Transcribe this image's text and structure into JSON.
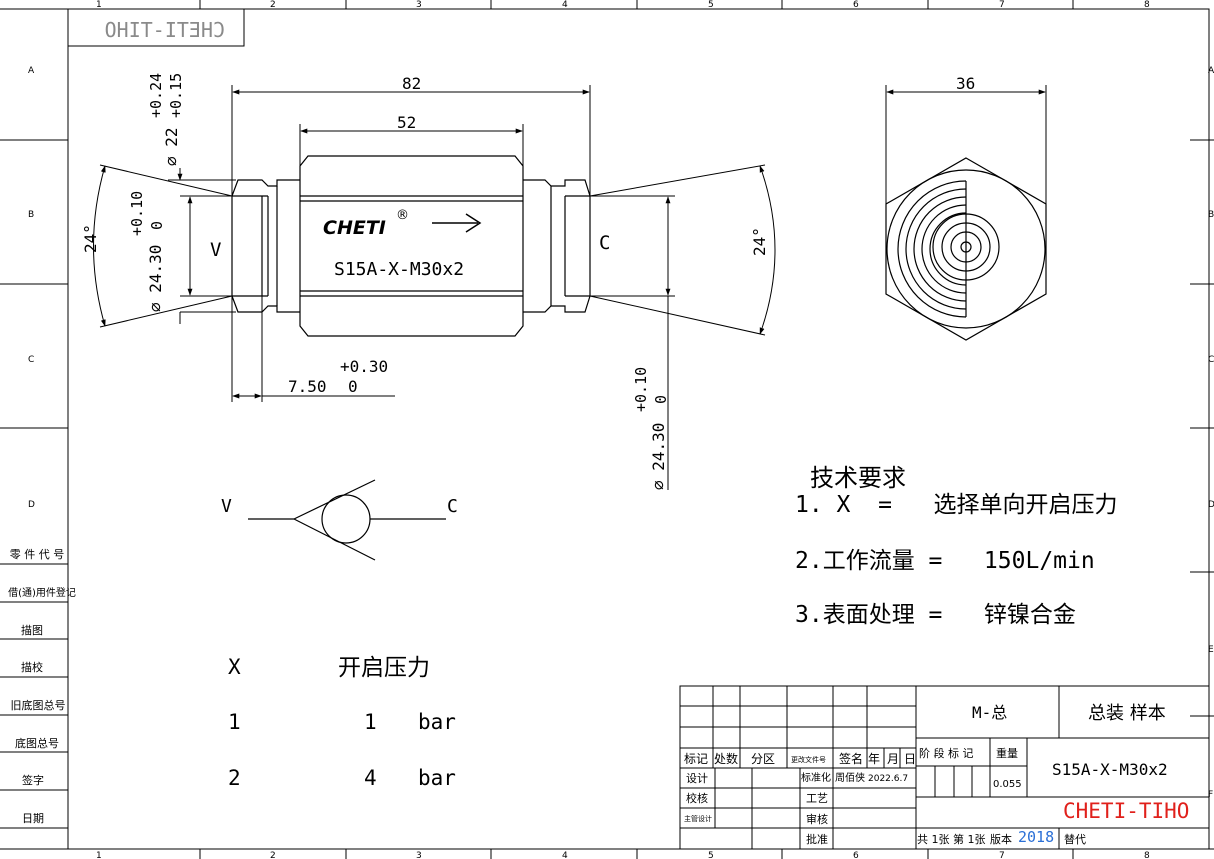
{
  "frame": {
    "col_labels": [
      "1",
      "2",
      "3",
      "4",
      "5",
      "6",
      "7",
      "8"
    ],
    "row_labels": [
      "A",
      "B",
      "C",
      "D",
      "E",
      "F"
    ],
    "watermark": "CHETI-TIHO"
  },
  "left_strip": [
    "零 件 代 号",
    "借(通)用件登记",
    "描图",
    "描校",
    "旧底图总号",
    "底图总号",
    "签字",
    "日期"
  ],
  "side_view": {
    "dim_overall": "82",
    "dim_body": "52",
    "dim_d22": "⌀ 22",
    "dim_d22_tol_upper": "+0.24",
    "dim_d22_tol_lower": "+0.15",
    "dim_d2430_left": "⌀ 24.30",
    "dim_d2430_left_tol_upper": "+0.10",
    "dim_d2430_left_tol_lower": "0",
    "dim_angle_left": "24°",
    "dim_angle_right": "24°",
    "dim_750": "7.50",
    "dim_750_tol_upper": "+0.30",
    "dim_750_tol_lower": "0",
    "dim_d2430_right": "⌀ 24.30",
    "dim_d2430_right_tol_upper": "+0.10",
    "dim_d2430_right_tol_lower": "0",
    "port_in": "V",
    "port_out": "C",
    "brand": "CHETI",
    "registered": "®",
    "model_mark": "S15A-X-M30x2"
  },
  "end_view": {
    "dim_width": "36"
  },
  "symbol": {
    "in": "V",
    "out": "C"
  },
  "tech_req": {
    "title": "技术要求",
    "items": [
      "1. X  =   选择单向开启压力",
      "2.工作流量 =   150L/min",
      "3.表面处理 =   锌镍合金"
    ]
  },
  "pressure_table": {
    "headers": [
      "X",
      "开启压力"
    ],
    "rows": [
      [
        "1",
        "1",
        "bar"
      ],
      [
        "2",
        "4",
        "bar"
      ]
    ]
  },
  "title_block": {
    "rev_headers": [
      "标记",
      "处数",
      "分区",
      "更改文件号",
      "签名",
      "年",
      "月",
      "日"
    ],
    "roles_left": [
      "设计",
      "校核",
      "主管设计"
    ],
    "roles_mid": [
      "标准化",
      "工艺",
      "审核",
      "批准"
    ],
    "signer": "周佰侠",
    "date": "2022.6.7",
    "stage_label": "阶 段 标 记",
    "weight_label": "重量",
    "weight_value": "0.055",
    "code": "M-总",
    "name": "总装 样本",
    "drawing_no": "S15A-X-M30x2",
    "company": "CHETI-TIHO",
    "sheet_info": "共 1张 第 1张",
    "version_label": "版本",
    "version": "2018",
    "replace_label": "替代"
  }
}
